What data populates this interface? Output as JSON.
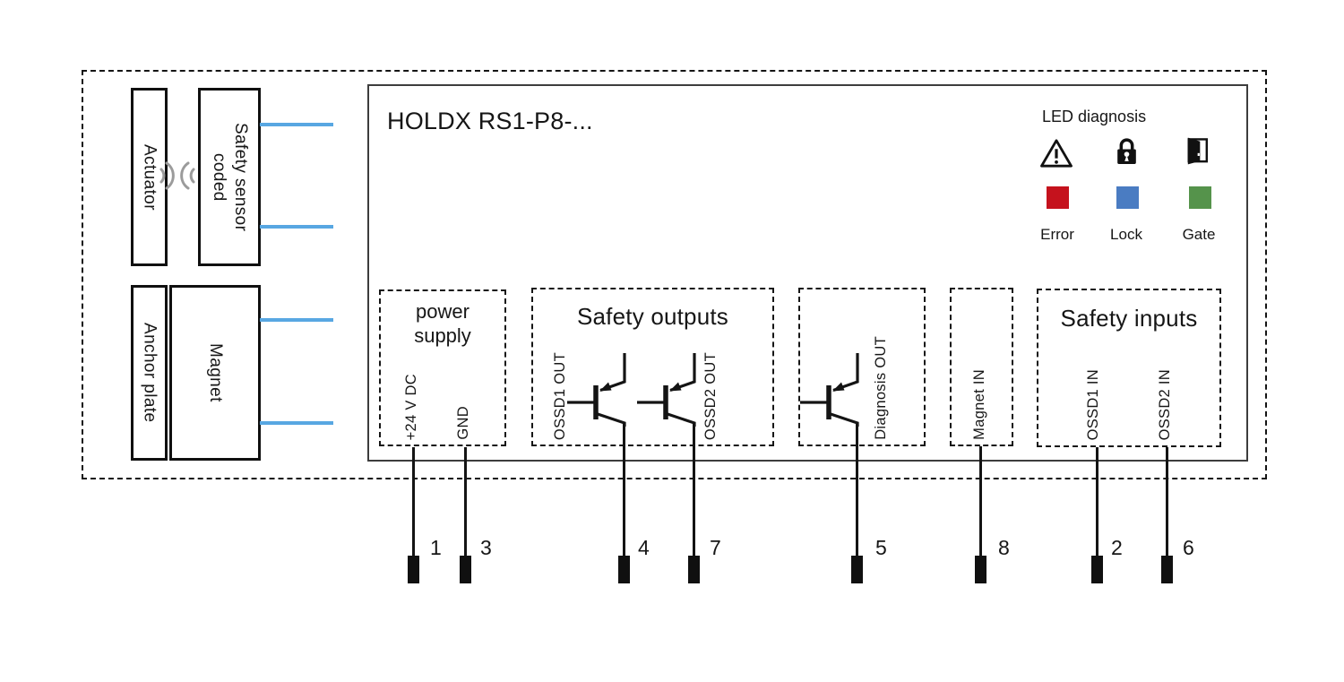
{
  "diagram": {
    "title": "HOLDX RS1-P8-...",
    "sensor_assembly": {
      "actuator": "Actuator",
      "safety_sensor": "Safety sensor\ncoded",
      "anchor_plate": "Anchor plate",
      "magnet": "Magnet"
    },
    "led_diagnosis": {
      "title": "LED diagnosis",
      "leds": [
        {
          "icon": "warning-icon",
          "color": "#c5121d",
          "label": "Error"
        },
        {
          "icon": "lock-icon",
          "color": "#4a7cc2",
          "label": "Lock"
        },
        {
          "icon": "door-icon",
          "color": "#55934b",
          "label": "Gate"
        }
      ]
    },
    "ports": {
      "power_supply": {
        "title": "power\nsupply",
        "pins": [
          "+24 V DC",
          "GND"
        ]
      },
      "safety_outputs": {
        "title": "Safety outputs",
        "pins": [
          "OSSD1 OUT",
          "OSSD2 OUT"
        ]
      },
      "diagnosis": {
        "pin": "Diagnosis OUT"
      },
      "magnet_in": {
        "pin": "Magnet IN"
      },
      "safety_inputs": {
        "title": "Safety inputs",
        "pins": [
          "OSSD1 IN",
          "OSSD2 IN"
        ]
      }
    },
    "connector_pins": [
      "1",
      "3",
      "4",
      "7",
      "5",
      "8",
      "2",
      "6"
    ],
    "colors": {
      "wire_blue": "#58a7e2",
      "error_red": "#c5121d",
      "lock_blue": "#4a7cc2",
      "gate_green": "#55934b"
    }
  }
}
